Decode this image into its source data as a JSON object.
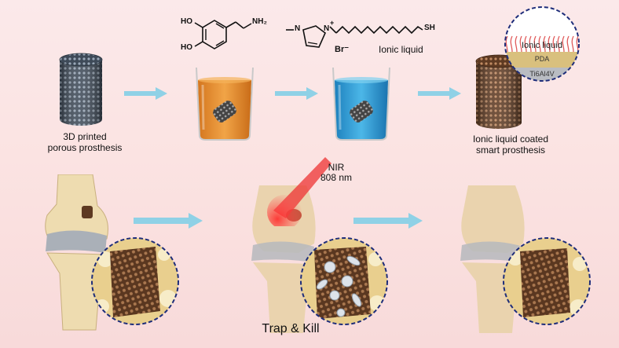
{
  "top_row": {
    "dopamine": {
      "oh1": "HO",
      "oh2": "HO",
      "amine": "NH₂"
    },
    "ionic": {
      "n1": "N",
      "n2": "N",
      "plus": "+",
      "bromide": "Br⁻",
      "thiol": "SH",
      "title": "Ionic liquid"
    },
    "scaffold_label_line1": "3D printed",
    "scaffold_label_line2": "porous prosthesis",
    "coated_label_line1": "Ionic liquid coated",
    "coated_label_line2": "smart prosthesis",
    "inset_layers": {
      "top": "Ionic liquid",
      "middle": "PDA",
      "bottom": "Ti6Al4V"
    }
  },
  "bottom_row": {
    "laser_line1": "NIR",
    "laser_line2": "808 nm",
    "caption": "Trap & Kill"
  },
  "colors": {
    "arrow": "#8fd1e6",
    "dopamine_solution": "#e9922e",
    "ionic_solution": "#3aa0d6",
    "ti_scaffold": "#5a6a7c",
    "coated_scaffold": "#7a4e33",
    "inset_border": "#1e2d7a",
    "laser": "#ee3333"
  }
}
